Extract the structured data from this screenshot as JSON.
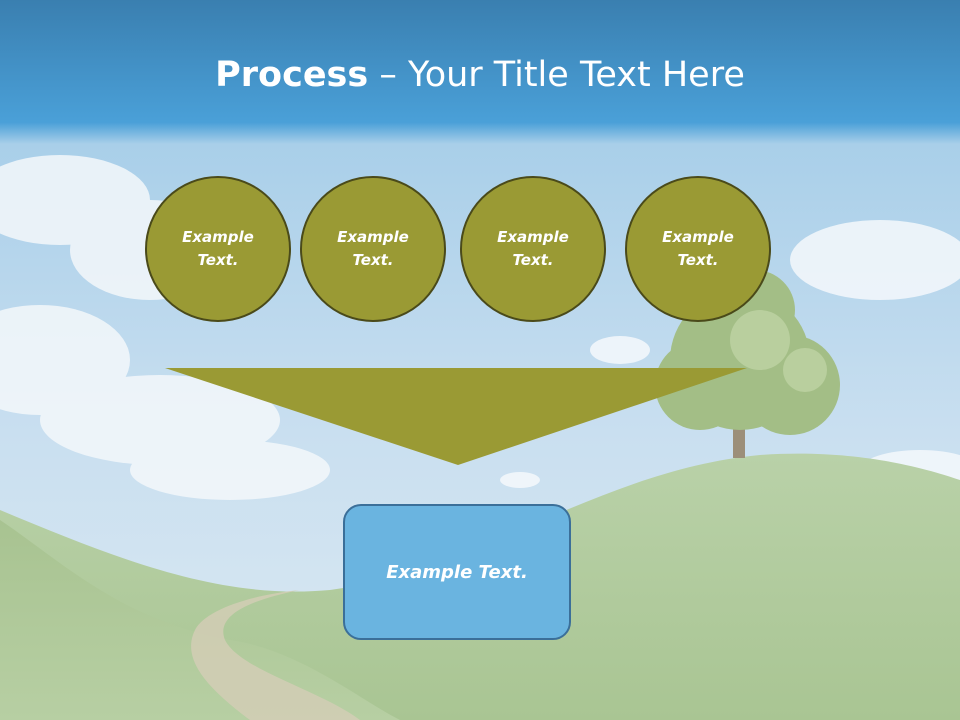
{
  "slide": {
    "title_bold": "Process",
    "title_rest": " – Your Title Text Here",
    "circles": [
      {
        "label": "Example Text."
      },
      {
        "label": "Example Text."
      },
      {
        "label": "Example Text."
      },
      {
        "label": "Example Text."
      }
    ],
    "result_box": {
      "label": "Example Text."
    }
  },
  "colors": {
    "circle_fill": "#9a9a34",
    "circle_border": "#4a4a1a",
    "box_fill": "#6ab4e0",
    "box_border": "#3b6f99",
    "sky_top": "#3a82b4"
  }
}
